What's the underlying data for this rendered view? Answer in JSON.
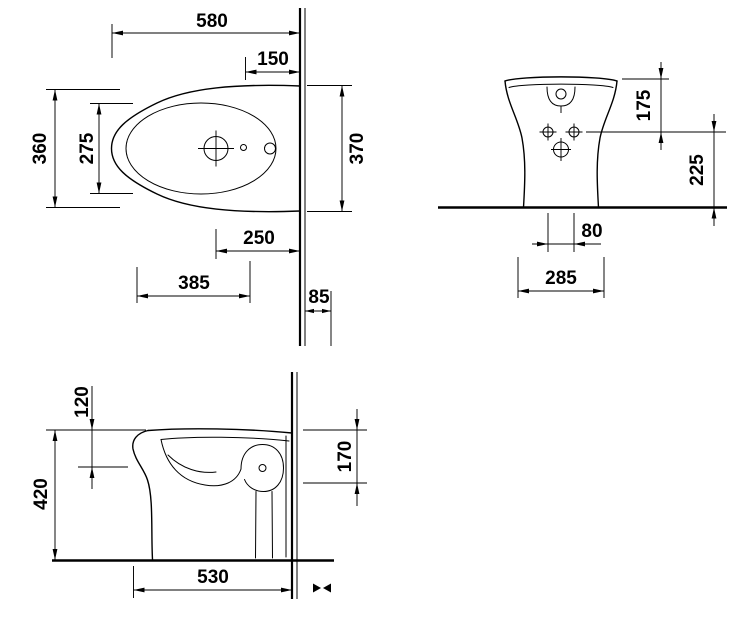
{
  "views": {
    "plan": {
      "dims": {
        "overall_depth": "580",
        "inlet_to_wall": "150",
        "body_width": "360",
        "bowl_width": "275",
        "overall_width": "370",
        "tap_center_to_wall": "250",
        "front_to_fixing": "385",
        "outlet_to_wall": "85"
      }
    },
    "front": {
      "dims": {
        "rim_to_fixing_holes": "175",
        "fixing_holes_to_floor": "225",
        "hole_spacing": "80",
        "side_fixing_spacing": "285"
      }
    },
    "side": {
      "dims": {
        "rim_depth": "120",
        "overall_height": "420",
        "rim_to_outlet": "170",
        "base_depth": "530"
      }
    }
  },
  "colors": {
    "line": "#000000",
    "background": "#ffffff"
  },
  "icons": {
    "break_symbol": "opposing-arrowheads"
  }
}
